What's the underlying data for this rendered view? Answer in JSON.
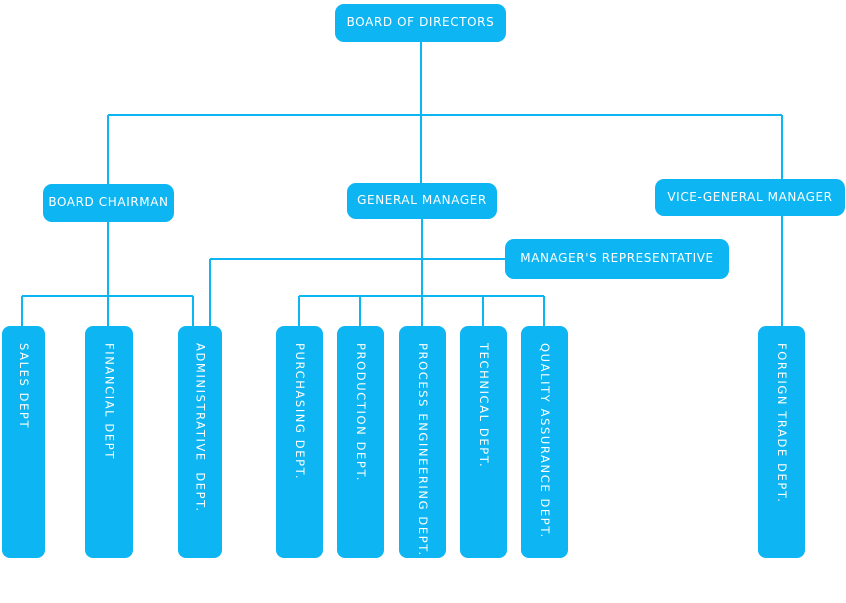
{
  "theme": {
    "accent": "#0db6f2",
    "text": "#ffffff",
    "background": "#ffffff"
  },
  "org_chart": {
    "nodes": {
      "board_of_directors": {
        "label": "BOARD OF DIRECTORS"
      },
      "board_chairman": {
        "label": "BOARD CHAIRMAN"
      },
      "general_manager": {
        "label": "GENERAL MANAGER"
      },
      "vice_general_manager": {
        "label": "VICE-GENERAL MANAGER"
      },
      "managers_representative": {
        "label": "MANAGER'S REPRESENTATIVE"
      },
      "sales": {
        "label": "SALES DEPT"
      },
      "financial": {
        "label": "FINANCIAL DEPT"
      },
      "administrative": {
        "label": "ADMINISTRATIVE  DEPT."
      },
      "purchasing": {
        "label": "PURCHASING DEPT."
      },
      "production": {
        "label": "PRODUCTION DEPT."
      },
      "process_engineering": {
        "label": "PROCESS ENGINEERING DEPT."
      },
      "technical": {
        "label": "TECHNICAL DEPT."
      },
      "quality_assurance": {
        "label": "QUALITY ASSURANCE DEPT."
      },
      "foreign_trade": {
        "label": "FOREIGN TRADE DEPT."
      }
    },
    "connections": [
      [
        "board_of_directors",
        "board_chairman"
      ],
      [
        "board_of_directors",
        "general_manager"
      ],
      [
        "board_of_directors",
        "vice_general_manager"
      ],
      [
        "board_chairman",
        "sales"
      ],
      [
        "board_chairman",
        "financial"
      ],
      [
        "board_chairman",
        "administrative"
      ],
      [
        "general_manager",
        "purchasing"
      ],
      [
        "general_manager",
        "production"
      ],
      [
        "general_manager",
        "process_engineering"
      ],
      [
        "general_manager",
        "technical"
      ],
      [
        "general_manager",
        "quality_assurance"
      ],
      [
        "managers_representative",
        "administrative"
      ],
      [
        "vice_general_manager",
        "foreign_trade"
      ]
    ]
  }
}
